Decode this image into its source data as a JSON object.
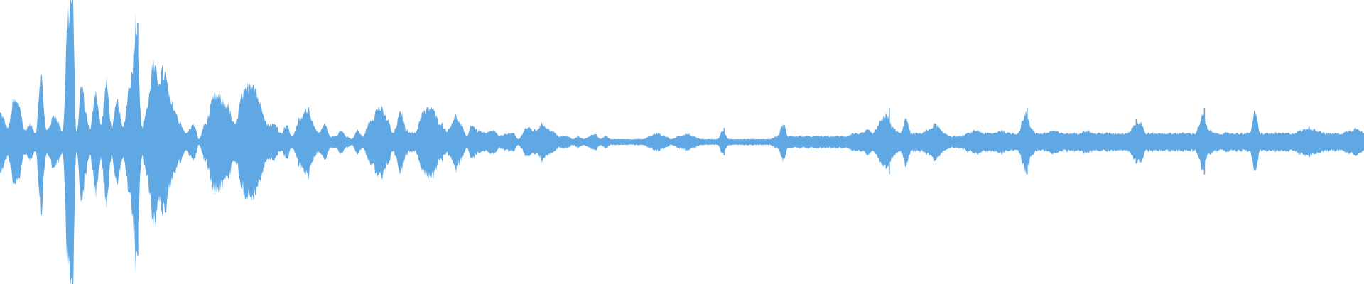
{
  "waveform": {
    "color": "#5fa8e3",
    "background": "#ffffff",
    "center_fraction": 0.5,
    "envelope": [
      [
        0.0,
        0.1
      ],
      [
        0.006,
        0.05
      ],
      [
        0.01,
        0.14
      ],
      [
        0.014,
        0.13
      ],
      [
        0.018,
        0.04
      ],
      [
        0.022,
        0.06
      ],
      [
        0.026,
        0.03
      ],
      [
        0.03,
        0.23
      ],
      [
        0.034,
        0.04
      ],
      [
        0.04,
        0.09
      ],
      [
        0.046,
        0.04
      ],
      [
        0.05,
        0.44
      ],
      [
        0.053,
        0.5
      ],
      [
        0.056,
        0.03
      ],
      [
        0.06,
        0.2
      ],
      [
        0.063,
        0.1
      ],
      [
        0.066,
        0.04
      ],
      [
        0.07,
        0.18
      ],
      [
        0.074,
        0.06
      ],
      [
        0.078,
        0.2
      ],
      [
        0.082,
        0.05
      ],
      [
        0.086,
        0.14
      ],
      [
        0.09,
        0.05
      ],
      [
        0.096,
        0.22
      ],
      [
        0.1,
        0.42
      ],
      [
        0.104,
        0.05
      ],
      [
        0.108,
        0.12
      ],
      [
        0.112,
        0.26
      ],
      [
        0.116,
        0.22
      ],
      [
        0.12,
        0.24
      ],
      [
        0.126,
        0.13
      ],
      [
        0.132,
        0.07
      ],
      [
        0.136,
        0.03
      ],
      [
        0.142,
        0.06
      ],
      [
        0.146,
        0.01
      ],
      [
        0.15,
        0.06
      ],
      [
        0.158,
        0.16
      ],
      [
        0.166,
        0.13
      ],
      [
        0.172,
        0.06
      ],
      [
        0.178,
        0.16
      ],
      [
        0.185,
        0.21
      ],
      [
        0.192,
        0.12
      ],
      [
        0.196,
        0.06
      ],
      [
        0.202,
        0.06
      ],
      [
        0.206,
        0.03
      ],
      [
        0.21,
        0.06
      ],
      [
        0.214,
        0.02
      ],
      [
        0.22,
        0.08
      ],
      [
        0.226,
        0.12
      ],
      [
        0.23,
        0.06
      ],
      [
        0.234,
        0.03
      ],
      [
        0.238,
        0.06
      ],
      [
        0.242,
        0.02
      ],
      [
        0.246,
        0.02
      ],
      [
        0.25,
        0.04
      ],
      [
        0.254,
        0.02
      ],
      [
        0.258,
        0.01
      ],
      [
        0.262,
        0.04
      ],
      [
        0.266,
        0.02
      ],
      [
        0.272,
        0.08
      ],
      [
        0.278,
        0.12
      ],
      [
        0.284,
        0.08
      ],
      [
        0.288,
        0.03
      ],
      [
        0.294,
        0.1
      ],
      [
        0.298,
        0.04
      ],
      [
        0.304,
        0.03
      ],
      [
        0.31,
        0.1
      ],
      [
        0.316,
        0.12
      ],
      [
        0.322,
        0.07
      ],
      [
        0.328,
        0.04
      ],
      [
        0.334,
        0.09
      ],
      [
        0.338,
        0.06
      ],
      [
        0.342,
        0.02
      ],
      [
        0.346,
        0.06
      ],
      [
        0.35,
        0.04
      ],
      [
        0.356,
        0.03
      ],
      [
        0.362,
        0.04
      ],
      [
        0.366,
        0.02
      ],
      [
        0.372,
        0.03
      ],
      [
        0.376,
        0.03
      ],
      [
        0.38,
        0.01
      ],
      [
        0.386,
        0.05
      ],
      [
        0.392,
        0.04
      ],
      [
        0.398,
        0.06
      ],
      [
        0.404,
        0.04
      ],
      [
        0.41,
        0.02
      ],
      [
        0.416,
        0.02
      ],
      [
        0.42,
        0.01
      ],
      [
        0.424,
        0.02
      ],
      [
        0.428,
        0.01
      ],
      [
        0.432,
        0.02
      ],
      [
        0.436,
        0.03
      ],
      [
        0.44,
        0.01
      ],
      [
        0.444,
        0.02
      ],
      [
        0.448,
        0.01
      ],
      [
        0.454,
        0.01
      ],
      [
        0.46,
        0.01
      ],
      [
        0.466,
        0.01
      ],
      [
        0.472,
        0.01
      ],
      [
        0.476,
        0.02
      ],
      [
        0.482,
        0.03
      ],
      [
        0.488,
        0.02
      ],
      [
        0.492,
        0.01
      ],
      [
        0.498,
        0.02
      ],
      [
        0.504,
        0.03
      ],
      [
        0.508,
        0.02
      ],
      [
        0.514,
        0.01
      ],
      [
        0.52,
        0.01
      ],
      [
        0.526,
        0.01
      ],
      [
        0.53,
        0.04
      ],
      [
        0.534,
        0.01
      ],
      [
        0.54,
        0.01
      ],
      [
        0.546,
        0.01
      ],
      [
        0.552,
        0.01
      ],
      [
        0.558,
        0.01
      ],
      [
        0.564,
        0.01
      ],
      [
        0.57,
        0.02
      ],
      [
        0.574,
        0.06
      ],
      [
        0.578,
        0.02
      ],
      [
        0.584,
        0.02
      ],
      [
        0.59,
        0.02
      ],
      [
        0.596,
        0.02
      ],
      [
        0.602,
        0.02
      ],
      [
        0.608,
        0.02
      ],
      [
        0.614,
        0.02
      ],
      [
        0.62,
        0.02
      ],
      [
        0.626,
        0.03
      ],
      [
        0.632,
        0.03
      ],
      [
        0.636,
        0.04
      ],
      [
        0.64,
        0.03
      ],
      [
        0.646,
        0.07
      ],
      [
        0.65,
        0.1
      ],
      [
        0.654,
        0.05
      ],
      [
        0.66,
        0.03
      ],
      [
        0.664,
        0.08
      ],
      [
        0.668,
        0.03
      ],
      [
        0.674,
        0.03
      ],
      [
        0.68,
        0.04
      ],
      [
        0.686,
        0.06
      ],
      [
        0.692,
        0.03
      ],
      [
        0.698,
        0.02
      ],
      [
        0.704,
        0.02
      ],
      [
        0.71,
        0.03
      ],
      [
        0.716,
        0.04
      ],
      [
        0.722,
        0.03
      ],
      [
        0.728,
        0.03
      ],
      [
        0.734,
        0.04
      ],
      [
        0.74,
        0.03
      ],
      [
        0.746,
        0.03
      ],
      [
        0.752,
        0.1
      ],
      [
        0.756,
        0.05
      ],
      [
        0.76,
        0.03
      ],
      [
        0.766,
        0.03
      ],
      [
        0.772,
        0.04
      ],
      [
        0.778,
        0.03
      ],
      [
        0.784,
        0.03
      ],
      [
        0.79,
        0.03
      ],
      [
        0.796,
        0.04
      ],
      [
        0.802,
        0.03
      ],
      [
        0.808,
        0.03
      ],
      [
        0.814,
        0.03
      ],
      [
        0.82,
        0.03
      ],
      [
        0.826,
        0.03
      ],
      [
        0.832,
        0.06
      ],
      [
        0.836,
        0.07
      ],
      [
        0.84,
        0.03
      ],
      [
        0.846,
        0.03
      ],
      [
        0.852,
        0.03
      ],
      [
        0.858,
        0.03
      ],
      [
        0.864,
        0.03
      ],
      [
        0.87,
        0.03
      ],
      [
        0.876,
        0.03
      ],
      [
        0.882,
        0.09
      ],
      [
        0.886,
        0.04
      ],
      [
        0.892,
        0.03
      ],
      [
        0.898,
        0.03
      ],
      [
        0.904,
        0.03
      ],
      [
        0.91,
        0.03
      ],
      [
        0.916,
        0.03
      ],
      [
        0.92,
        0.1
      ],
      [
        0.924,
        0.03
      ],
      [
        0.93,
        0.03
      ],
      [
        0.936,
        0.03
      ],
      [
        0.942,
        0.03
      ],
      [
        0.948,
        0.03
      ],
      [
        0.954,
        0.04
      ],
      [
        0.96,
        0.05
      ],
      [
        0.966,
        0.04
      ],
      [
        0.972,
        0.03
      ],
      [
        0.978,
        0.03
      ],
      [
        0.984,
        0.03
      ],
      [
        0.99,
        0.04
      ],
      [
        0.995,
        0.05
      ],
      [
        1.0,
        0.03
      ]
    ],
    "spikes": [
      [
        0.053,
        0.48
      ],
      [
        0.101,
        0.42
      ],
      [
        0.531,
        0.05
      ],
      [
        0.575,
        0.06
      ],
      [
        0.652,
        0.12
      ],
      [
        0.665,
        0.06
      ],
      [
        0.753,
        0.12
      ],
      [
        0.833,
        0.08
      ],
      [
        0.883,
        0.12
      ],
      [
        0.92,
        0.1
      ]
    ]
  }
}
